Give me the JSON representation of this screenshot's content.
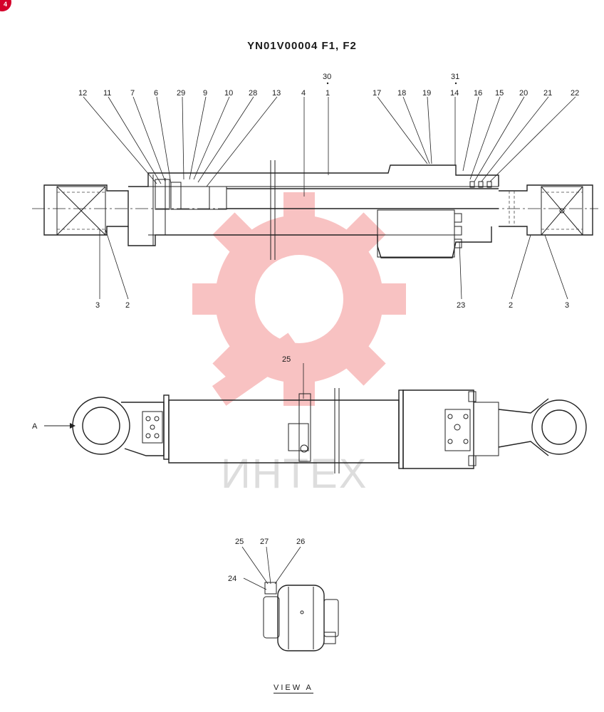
{
  "drawing": {
    "title": "YN01V00004 F1, F2",
    "view_caption": "VIEW  A",
    "view_arrow_label": "A",
    "badge_text": "4"
  },
  "watermark": {
    "text": "ИНТЕХ",
    "color": "#f07a7a"
  },
  "callouts_top": [
    "12",
    "11",
    "7",
    "6",
    "29",
    "9",
    "10",
    "28",
    "13",
    "4",
    "30",
    "1",
    "17",
    "18",
    "19",
    "31",
    "14",
    "16",
    "15",
    "20",
    "21",
    "22"
  ],
  "callouts_bottom": [
    "3",
    "2",
    "23",
    "2",
    "3"
  ],
  "callouts_mid": [
    "25"
  ],
  "callouts_view": [
    "25",
    "27",
    "26",
    "24"
  ]
}
